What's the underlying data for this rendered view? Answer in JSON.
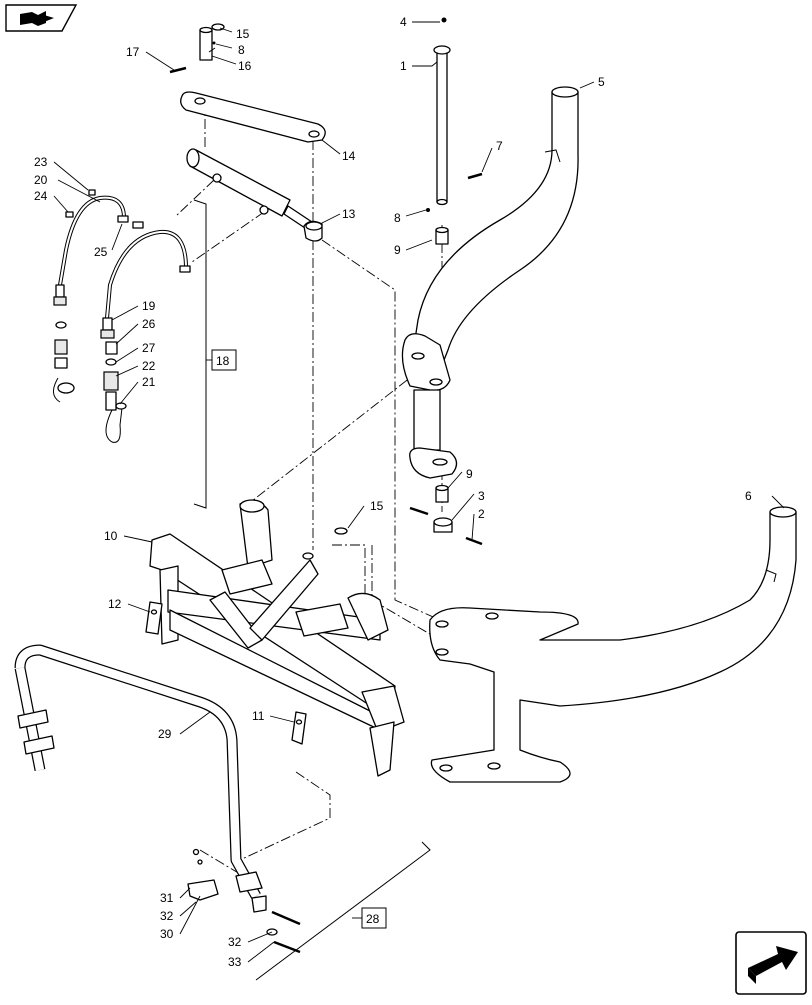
{
  "top_icon": "book-arrow-icon",
  "bottom_icon": "next-page-arrow-icon",
  "callouts": {
    "c1": "1",
    "c2": "2",
    "c3": "3",
    "c4": "4",
    "c5": "5",
    "c6": "6",
    "c7": "7",
    "c8a": "8",
    "c8b": "8",
    "c9a": "9",
    "c9b": "9",
    "c10": "10",
    "c11": "11",
    "c12": "12",
    "c13": "13",
    "c14": "14",
    "c15a": "15",
    "c15b": "15",
    "c16": "16",
    "c17": "17",
    "c19": "19",
    "c20": "20",
    "c21": "21",
    "c22": "22",
    "c23": "23",
    "c24": "24",
    "c25": "25",
    "c26": "26",
    "c27": "27",
    "c29": "29",
    "c30": "30",
    "c31": "31",
    "c32a": "32",
    "c32b": "32",
    "c33": "33"
  },
  "refs": {
    "r18": "18",
    "r28": "28"
  }
}
